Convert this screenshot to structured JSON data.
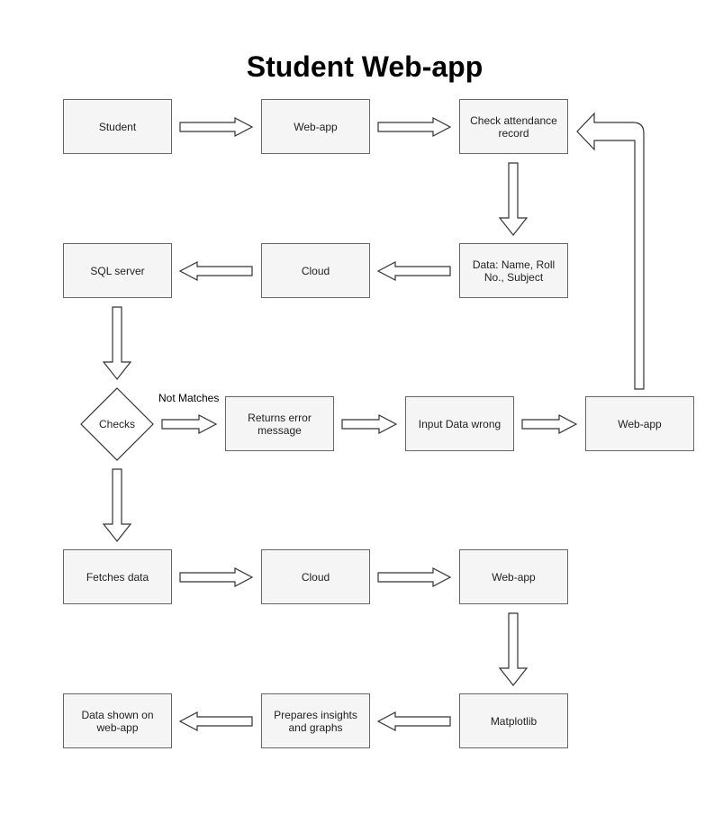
{
  "title": "Student Web-app",
  "colors": {
    "box_fill": "#f5f5f5",
    "box_stroke": "#666666",
    "arrow_fill": "#ffffff",
    "arrow_stroke": "#333333",
    "text": "#222222"
  },
  "nodes": {
    "student": "Student",
    "webapp_1": "Web-app",
    "check_attendance": "Check attendance record",
    "data_fields": "Data: Name, Roll No., Subject",
    "cloud_1": "Cloud",
    "sql_server": "SQL server",
    "checks": "Checks",
    "returns_error": "Returns error message",
    "input_wrong": "Input Data wrong",
    "webapp_2": "Web-app",
    "fetches_data": "Fetches data",
    "cloud_2": "Cloud",
    "webapp_3": "Web-app",
    "matplotlib": "Matplotlib",
    "prepares_insights": "Prepares insights and graphs",
    "data_shown": "Data shown on web-app"
  },
  "edge_labels": {
    "not_matches": "Not Matches"
  }
}
